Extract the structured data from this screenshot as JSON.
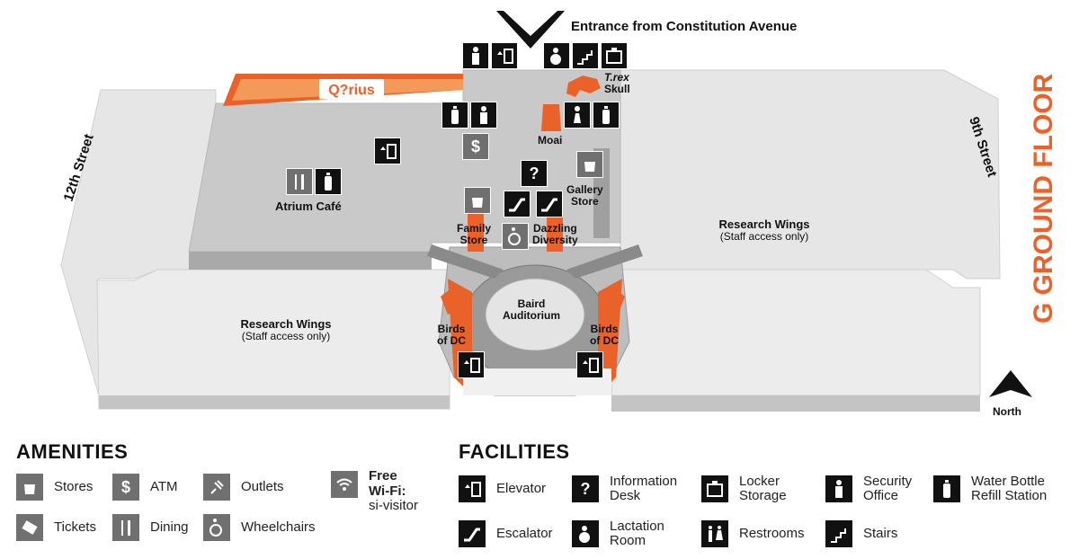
{
  "map": {
    "floor_label": "G  GROUND FLOOR",
    "entrance_label": "Entrance from Constitution Avenue",
    "street_left": "12th Street",
    "street_right": "9th Street",
    "north_label": "North",
    "qrius_logo": "Q?rius",
    "areas": {
      "trex_line1": "T.rex",
      "trex_line2": "Skull",
      "moai": "Moai",
      "atrium_cafe": "Atrium Café",
      "gallery_store_line1": "Gallery",
      "gallery_store_line2": "Store",
      "family_store_line1": "Family",
      "family_store_line2": "Store",
      "dazzling_line1": "Dazzling",
      "dazzling_line2": "Diversity",
      "research_right": "Research Wings",
      "research_right_sub": "(Staff access only)",
      "research_left": "Research Wings",
      "research_left_sub": "(Staff access only)",
      "baird_line1": "Baird",
      "baird_line2": "Auditorium",
      "birds_left_line1": "Birds",
      "birds_left_line2": "of DC",
      "birds_right_line1": "Birds",
      "birds_right_line2": "of DC"
    },
    "colors": {
      "accent": "#e8622a",
      "floor": "#c8c8c8",
      "wall": "#e9e9e9",
      "icon_dark": "#111111",
      "icon_gray": "#707070"
    }
  },
  "amenities": {
    "title": "AMENITIES",
    "items": [
      {
        "icon": "stores-icon",
        "label": "Stores"
      },
      {
        "icon": "atm-icon",
        "label": "ATM"
      },
      {
        "icon": "outlets-icon",
        "label": "Outlets"
      },
      {
        "icon": "wifi-icon",
        "label_line1": "Free",
        "label_line2": "Wi-Fi:",
        "label_line3": "si-visitor"
      },
      {
        "icon": "tickets-icon",
        "label": "Tickets"
      },
      {
        "icon": "dining-icon",
        "label": "Dining"
      },
      {
        "icon": "wheelchair-icon",
        "label": "Wheelchairs"
      }
    ]
  },
  "facilities": {
    "title": "FACILITIES",
    "items": [
      {
        "icon": "elevator-icon",
        "label": "Elevator"
      },
      {
        "icon": "information-icon",
        "label_line1": "Information",
        "label_line2": "Desk"
      },
      {
        "icon": "locker-icon",
        "label_line1": "Locker",
        "label_line2": "Storage"
      },
      {
        "icon": "security-icon",
        "label_line1": "Security",
        "label_line2": "Office"
      },
      {
        "icon": "water-bottle-icon",
        "label_line1": "Water Bottle",
        "label_line2": "Refill Station"
      },
      {
        "icon": "escalator-icon",
        "label": "Escalator"
      },
      {
        "icon": "lactation-icon",
        "label_line1": "Lactation",
        "label_line2": "Room"
      },
      {
        "icon": "restrooms-icon",
        "label": "Restrooms"
      },
      {
        "icon": "stairs-icon",
        "label": "Stairs"
      }
    ]
  }
}
